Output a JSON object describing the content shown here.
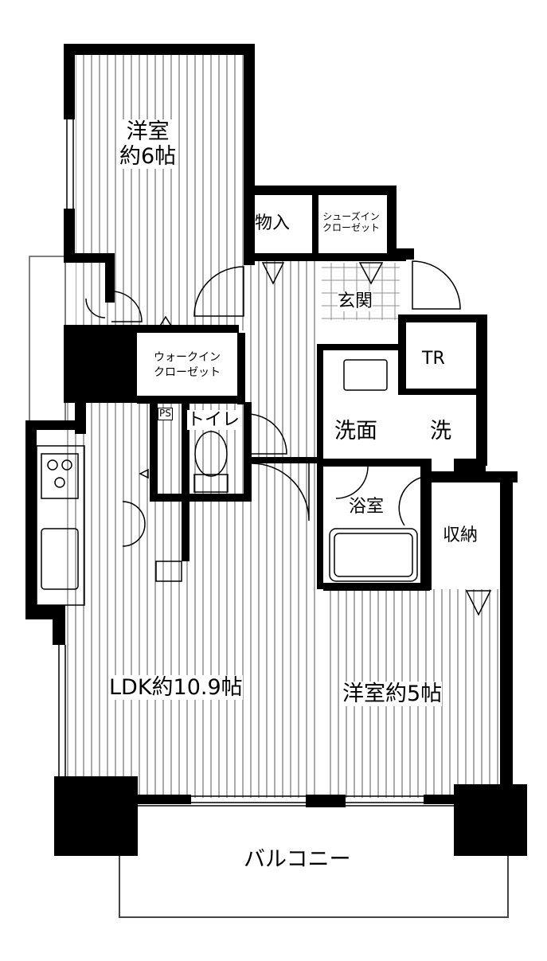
{
  "rooms": {
    "western_north": {
      "name": "洋室",
      "size": "約6帖"
    },
    "storage": "物入",
    "shoes_closet": {
      "line1": "シューズイン",
      "line2": "クローゼット"
    },
    "entrance": "玄関",
    "walk_in_closet": {
      "line1": "ウォークイン",
      "line2": "クローゼット"
    },
    "tr": "TR",
    "ps": "PS",
    "toilet": "トイレ",
    "washroom": "洗面",
    "washer": "洗",
    "bathroom": "浴室",
    "storage2": "収納",
    "ldk": "LDK約10.9帖",
    "western_south": "洋室約5帖",
    "balcony": "バルコニー"
  },
  "colors": {
    "wall": "#000000",
    "floor_line": "#555555",
    "tile": "#777777",
    "background": "#ffffff"
  }
}
